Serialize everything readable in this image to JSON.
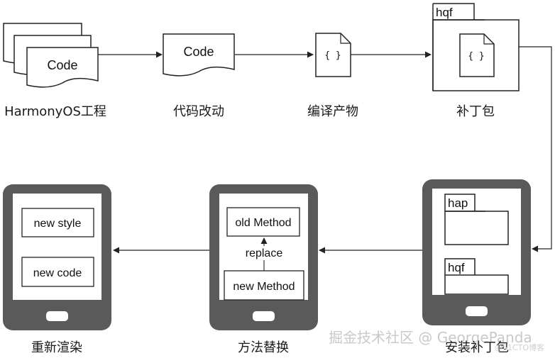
{
  "nodes": {
    "project": {
      "label": "HarmonyOS工程",
      "doc_text": "Code"
    },
    "change": {
      "label": "代码改动",
      "doc_text": "Code"
    },
    "build": {
      "label": "编译产物",
      "file_text": "{ }"
    },
    "patch": {
      "label": "补丁包",
      "tab": "hqf",
      "file_text": "{ }"
    },
    "install": {
      "label": "安装补丁包",
      "tab_hap": "hap",
      "tab_hqf": "hqf"
    },
    "replace": {
      "label": "方法替换",
      "old": "old Method",
      "new": "new Method",
      "arrow_label": "replace"
    },
    "render": {
      "label": "重新渲染",
      "style": "new style",
      "code": "new code"
    }
  },
  "watermark": {
    "main": "掘金技术社区 @ GeorgePanda",
    "sub": "@51CTO博客"
  }
}
